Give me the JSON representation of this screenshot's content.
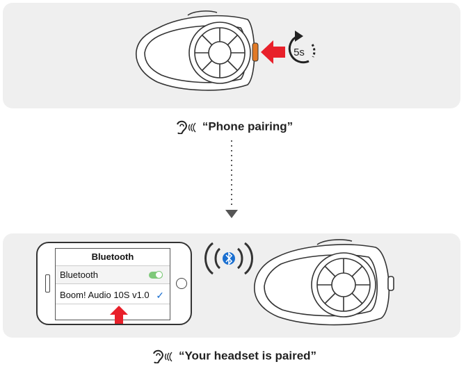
{
  "step1": {
    "hold_duration": "5s",
    "voice_prompt": "“Phone pairing”"
  },
  "step2": {
    "phone_screen": {
      "title": "Bluetooth",
      "toggle_label": "Bluetooth",
      "toggle_state": "on",
      "device_name": "Boom! Audio 10S v1.0",
      "device_check": "✓"
    },
    "voice_prompt": "“Your headset is paired”"
  },
  "colors": {
    "panel": "#efefef",
    "arrow_red": "#e8202a",
    "button_orange": "#e27a26",
    "bluetooth_blue": "#1a6fd0",
    "toggle_green": "#7fc97a"
  },
  "icons": [
    "ear-sound-icon",
    "rotate-timer-icon",
    "bluetooth-icon",
    "check-icon",
    "red-arrow-icon",
    "down-arrow-icon"
  ]
}
